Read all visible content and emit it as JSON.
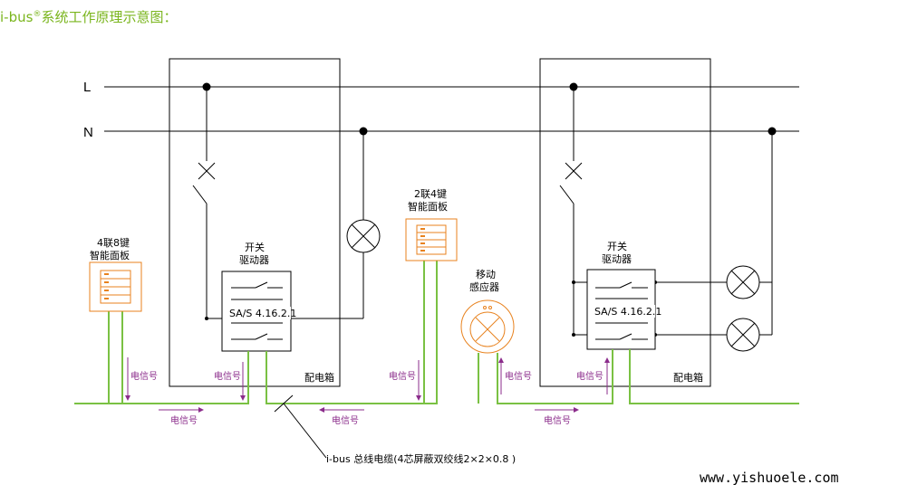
{
  "title": {
    "prefix": "i-bus",
    "mark": "®",
    "rest": "系统工作原理示意图："
  },
  "lines": {
    "L": "L",
    "N": "N"
  },
  "boxes": {
    "left": "配电箱",
    "right": "配电箱"
  },
  "panel_left": {
    "line1": "4联8键",
    "line2": "智能面板"
  },
  "panel_mid": {
    "line1": "2联4键",
    "line2": "智能面板"
  },
  "actuator_left": {
    "line1": "开关",
    "line2": "驱动器",
    "model": "SA/S 4.16.2.1"
  },
  "actuator_right": {
    "line1": "开关",
    "line2": "驱动器",
    "model": "SA/S 4.16.2.1"
  },
  "sensor": {
    "line1": "移动",
    "line2": "感应器"
  },
  "signals": [
    "电信号",
    "电信号",
    "电信号",
    "电信号",
    "电信号",
    "电信号",
    "电信号",
    "电信号"
  ],
  "cable_label": "i-bus  总线电缆(4芯屏蔽双绞线2×2×0.8  )",
  "website": "www.yishuoele.com",
  "colors": {
    "bus": "#7ac143",
    "device": "#e8821e",
    "signal": "#8b2c8b",
    "title": "#7ab51d"
  }
}
